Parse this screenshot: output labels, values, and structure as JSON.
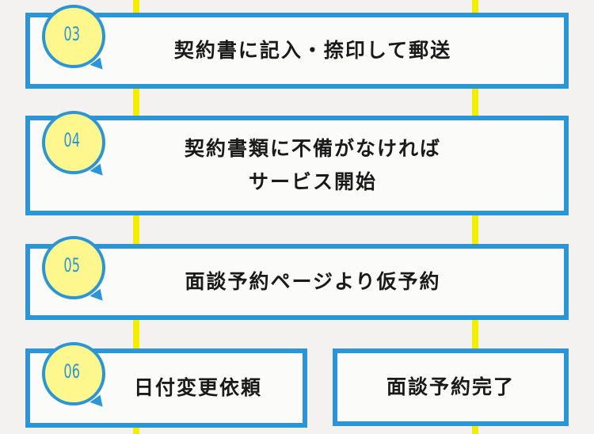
{
  "steps": [
    {
      "number": "03",
      "lines": [
        "契約書に記入・捺印して郵送"
      ]
    },
    {
      "number": "04",
      "lines": [
        "契約書類に不備がなければ",
        "サービス開始"
      ]
    },
    {
      "number": "05",
      "lines": [
        "面談予約ページより仮予約"
      ]
    },
    {
      "number": "06",
      "left": "日付変更依頼",
      "right": "面談予約完了"
    }
  ],
  "colors": {
    "border": "#2b95d6",
    "bubble": "#fdf78e",
    "line": "#f2ee00"
  }
}
